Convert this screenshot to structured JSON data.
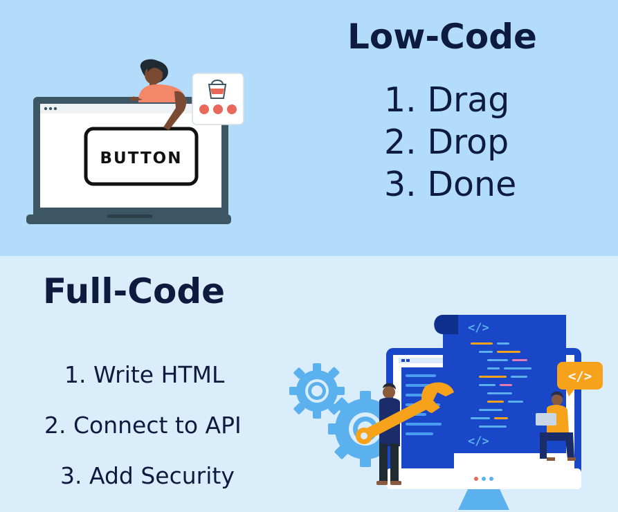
{
  "low_code": {
    "title": "Low-Code",
    "steps": [
      "1. Drag",
      "2. Drop",
      "3. Done"
    ],
    "button_label": "BUTTON"
  },
  "full_code": {
    "title": "Full-Code",
    "steps": [
      "1. Write HTML",
      "2. Connect to API",
      "3. Add Security"
    ],
    "code_tag": "</>"
  },
  "colors": {
    "top_bg": "#b3dcfb",
    "bottom_bg": "#daedfb",
    "heading": "#0d1b3e",
    "laptop_frame": "#3d5663",
    "accent_orange": "#f7a21b",
    "code_blue": "#1a46c8"
  },
  "icons": [
    "laptop-icon",
    "woman-figure",
    "paint-bucket-icon",
    "gear-icon",
    "wrench-icon",
    "monitor-icon",
    "code-tag-icon",
    "man-figure"
  ]
}
